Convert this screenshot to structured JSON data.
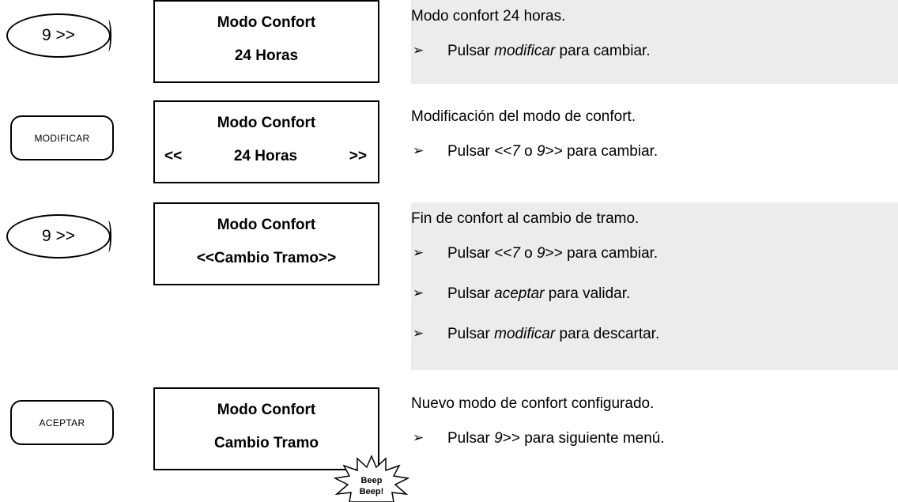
{
  "rows": [
    {
      "key": "9 >>",
      "lcd_line1": "Modo Confort",
      "lcd_line2": "24 Horas",
      "desc_title": "Modo confort 24 horas.",
      "bullets": [
        {
          "arrow": "➢",
          "before": "Pulsar ",
          "ital": "modificar",
          "after": " para cambiar."
        }
      ]
    },
    {
      "key": "MODIFICAR",
      "lcd_line1": "Modo Confort",
      "lcd_left": "<<",
      "lcd_mid": "24 Horas",
      "lcd_right": ">>",
      "desc_title": "Modificación del modo de confort.",
      "bullets": [
        {
          "arrow": "➢",
          "before": "Pulsar ",
          "ital": "<<7",
          "mid": " o ",
          "ital2": "9",
          "after": ">> para cambiar."
        }
      ]
    },
    {
      "key": "9 >>",
      "lcd_line1": "Modo Confort",
      "lcd_line2": "<<Cambio Tramo>>",
      "desc_title": "Fin de confort al cambio de tramo.",
      "bullets": [
        {
          "arrow": "➢",
          "before": "Pulsar ",
          "ital": "<<7",
          "mid": " o ",
          "ital2": "9",
          "after": ">> para cambiar."
        },
        {
          "arrow": "➢",
          "before": "Pulsar ",
          "ital": "aceptar",
          "after": " para validar."
        },
        {
          "arrow": "➢",
          "before": "Pulsar ",
          "ital": "modificar",
          "after": " para descartar."
        }
      ]
    },
    {
      "key": "ACEPTAR",
      "lcd_line1": "Modo Confort",
      "lcd_line2": "Cambio Tramo",
      "desc_title": "Nuevo modo de confort configurado.",
      "bullets": [
        {
          "arrow": "➢",
          "before": "Pulsar ",
          "ital": "9",
          "after": ">> para siguiente menú."
        }
      ]
    }
  ],
  "beep": {
    "line1": "Beep",
    "line2": "Beep!"
  }
}
